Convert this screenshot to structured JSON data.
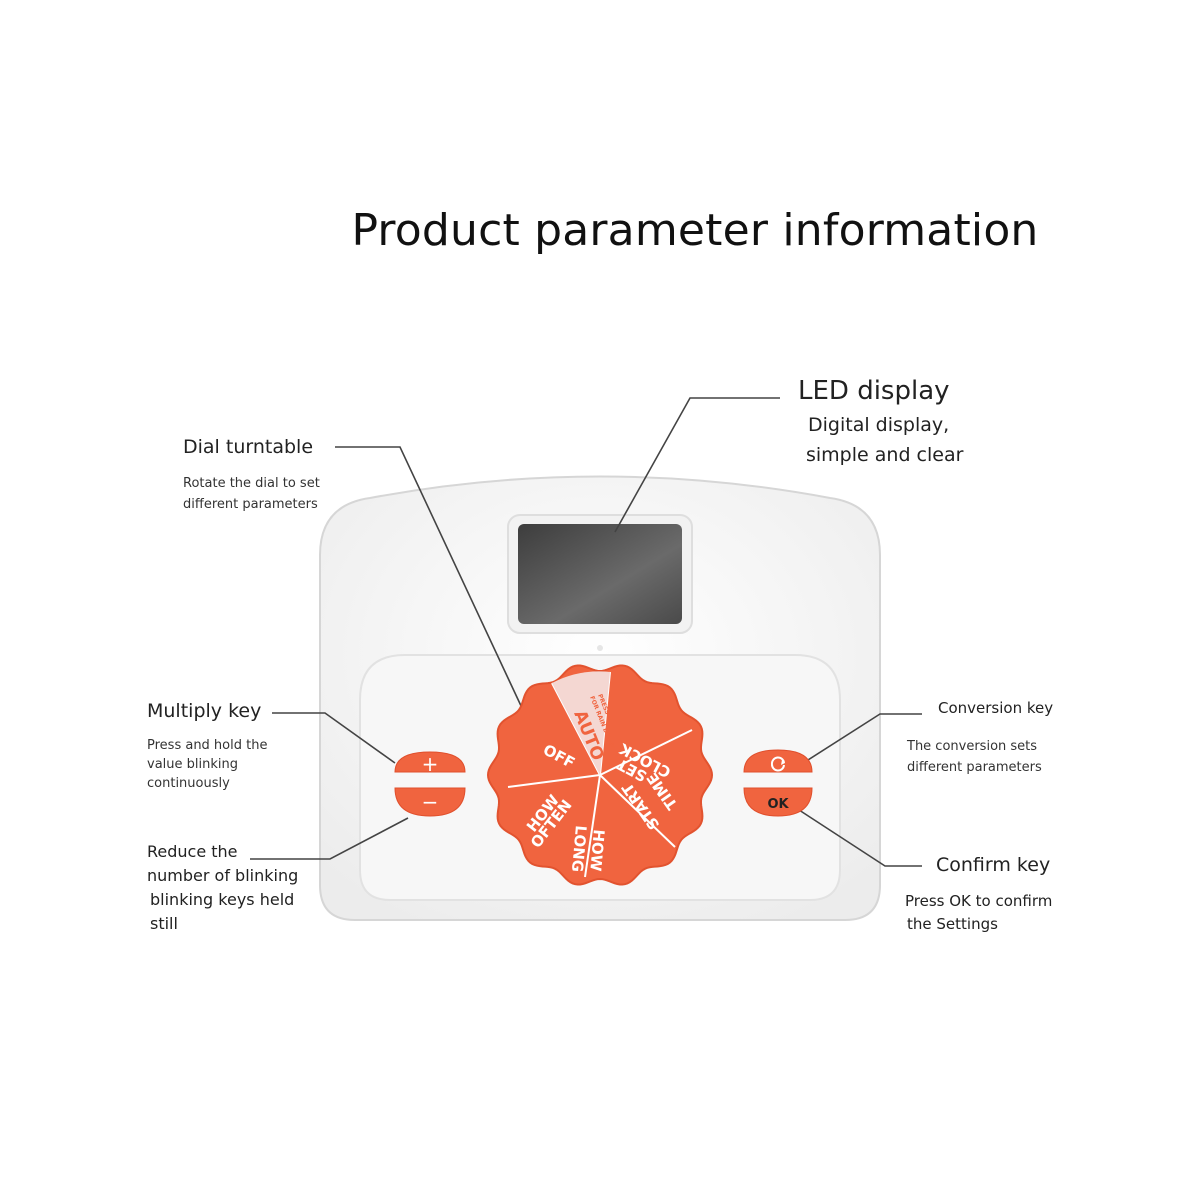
{
  "title": "Product parameter information",
  "annotations": {
    "led": {
      "heading": "LED display",
      "desc1": "Digital display,",
      "desc2": "simple and clear"
    },
    "dial": {
      "heading": "Dial turntable",
      "desc1": "Rotate the dial to set",
      "desc2": "different parameters"
    },
    "multiply": {
      "heading": "Multiply key",
      "desc1": "Press and hold the",
      "desc2": "value blinking",
      "desc3": "continuously"
    },
    "reduce": {
      "desc1": "Reduce the",
      "desc2": "number of blinking",
      "desc3": "blinking keys held",
      "desc4": "still"
    },
    "conversion": {
      "heading": "Conversion key",
      "desc1": "The conversion sets",
      "desc2": "different parameters"
    },
    "confirm": {
      "heading": "Confirm key",
      "desc1": "Press OK to confirm",
      "desc2": "the Settings"
    }
  },
  "device": {
    "plus_symbol": "+",
    "minus_symbol": "−",
    "ok_label": "OK",
    "convert_icon": "cycle-arrows-icon",
    "dial_segments": {
      "auto": "AUTO",
      "auto_sub": "FOR RAIN DELAY",
      "auto_press": "PRESS +",
      "set_clock": [
        "SET",
        "CLOCK"
      ],
      "start_time": [
        "START",
        "TIME"
      ],
      "how_long": [
        "HOW",
        "LONG"
      ],
      "how_often": [
        "HOW",
        "OFTEN"
      ],
      "off": "OFF"
    },
    "colors": {
      "accent": "#f0643f",
      "body": "#f4f4f4",
      "screen": "#5a5a5a"
    }
  }
}
